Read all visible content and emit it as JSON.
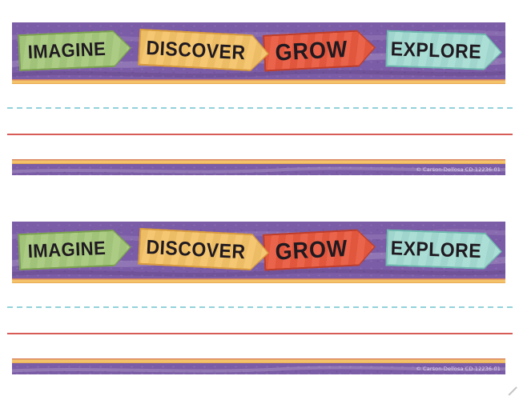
{
  "sheet": {
    "background": "#ffffff",
    "colors": {
      "band_purple": "#7b5ca6",
      "band_swirl_light": "#9a7fc0",
      "gold_stripe": "#f4c369",
      "stripe_edge_red": "#d98460",
      "dashed_guide_cyan": "#93d2da",
      "baseline_red": "#d95b57",
      "label_text": "#1f1920"
    },
    "plates": [
      {
        "arrows": [
          {
            "label": "IMAGINE",
            "fill": "#a7c97d",
            "edge": "#7ba24f"
          },
          {
            "label": "DISCOVER",
            "fill": "#f5c469",
            "edge": "#d89b3e"
          },
          {
            "label": "GROW",
            "fill": "#e95a40",
            "edge": "#bf3e2a"
          },
          {
            "label": "EXPLORE",
            "fill": "#a6ddd4",
            "edge": "#6fb9ae"
          }
        ],
        "copyright": "© Carson-Dellosa CD-12236-01"
      },
      {
        "arrows": [
          {
            "label": "IMAGINE",
            "fill": "#a7c97d",
            "edge": "#7ba24f"
          },
          {
            "label": "DISCOVER",
            "fill": "#f5c469",
            "edge": "#d89b3e"
          },
          {
            "label": "GROW",
            "fill": "#e95a40",
            "edge": "#bf3e2a"
          },
          {
            "label": "EXPLORE",
            "fill": "#a6ddd4",
            "edge": "#6fb9ae"
          }
        ],
        "copyright": "© Carson-Dellosa CD-12236-01"
      }
    ]
  }
}
